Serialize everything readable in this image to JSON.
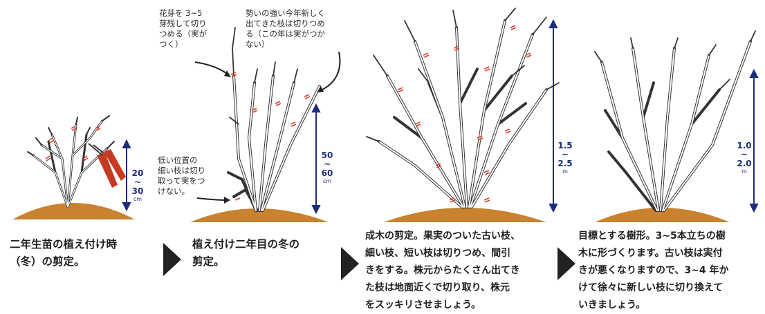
{
  "stages": [
    {
      "height_label": {
        "value": "20\n~\n30",
        "unit": "cm"
      },
      "caption": "二年生苗の植え付け時\n（冬）の剪定。"
    },
    {
      "notes": [
        "花芽を 3~5\n芽残して切り\nつめる（実が\nつく）",
        "勢いの強い今年新しく\n出てきた枝は切りつめ\nる（この年は実がつか\nない）",
        "低い位置の\n細い枝は切り\n取って実をつ\nけない。"
      ],
      "height_label": {
        "value": "50\n~\n60",
        "unit": "cm"
      },
      "caption": "植え付け二年目の冬の\n剪定。"
    },
    {
      "height_label": {
        "value": "1.5\n~\n2.5",
        "unit": "m"
      },
      "caption": "成木の剪定。果実のついた古い枝、\n細い枝、短い枝は切りつめ、間引\nきをする。株元からたくさん出てき\nた枝は地面近くで切り取り、株元\nをスッキリさせましょう。"
    },
    {
      "height_label": {
        "value": "1.0\n~\n2.0",
        "unit": "m"
      },
      "caption": "目標とする樹形。3~5本立ちの樹\n木に形づくります。古い枝は実付\nきが悪くなりますので、3~4 年か\nけて徐々に新しい枝に切り換えて\nいきましょう。"
    }
  ],
  "colors": {
    "soil": "#c9822e",
    "arrow": "#1b2d7a",
    "cut_mark": "#d9402a",
    "branch_outline": "#333333",
    "shears": "#c63a22"
  }
}
